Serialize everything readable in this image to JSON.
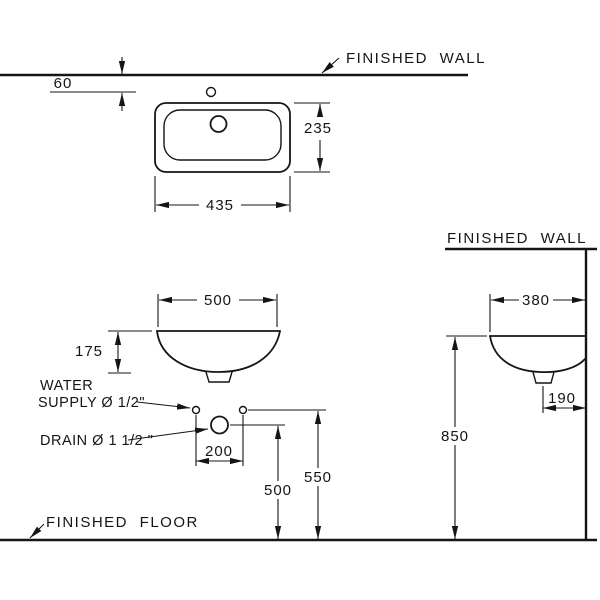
{
  "meta": {
    "ink_color": "#151515",
    "background_color": "#ffffff",
    "drawing_type": "washbasin-installation-dimension-diagram"
  },
  "labels": {
    "finished_wall_top": "FINISHED WALL",
    "finished_wall_right": "FINISHED WALL",
    "finished_floor": "FINISHED FLOOR",
    "water_line1": "WATER",
    "water_line2": "SUPPLY Ø 1/2\"",
    "drain": "DRAIN Ø 1 1/2 \""
  },
  "dims": {
    "wall_to_tap": "60",
    "top_depth": "235",
    "top_width": "435",
    "front_width": "500",
    "front_height": "175",
    "supply_spacing": "200",
    "drain_height": "500",
    "supply_height": "550",
    "side_depth": "380",
    "drain_offset": "190",
    "rim_height": "850"
  }
}
